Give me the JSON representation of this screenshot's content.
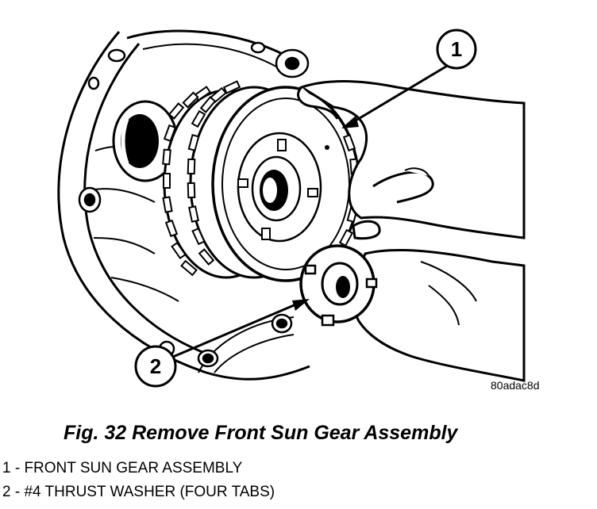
{
  "figure": {
    "callouts": [
      {
        "number": "1"
      },
      {
        "number": "2"
      }
    ],
    "reference_code": "80adac8d"
  },
  "caption": "Fig. 32 Remove Front Sun Gear Assembly",
  "legend": [
    {
      "text": "1 - FRONT SUN GEAR ASSEMBLY"
    },
    {
      "text": "2 - #4 THRUST WASHER (FOUR TABS)"
    }
  ]
}
